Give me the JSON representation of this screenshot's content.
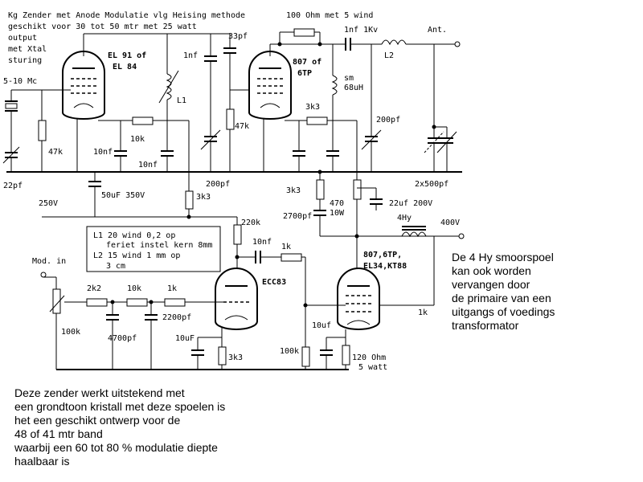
{
  "header": {
    "title_line1": "Kg Zender met Anode Modulatie vlg Heising methode",
    "title_line2": "geschikt voor 30 tot 50 mtr  met 25 watt",
    "title_line3": "output",
    "title_line4": "met Xtal",
    "title_line5": "sturing"
  },
  "labels": {
    "xtal_freq": "5-10 Mc",
    "tube1_name_a": "EL 91 of",
    "tube1_name_b": "EL 84",
    "tube2_name_a": "807 of",
    "tube2_name_b": "6TP",
    "tube3_name": "ECC83",
    "tube4_name_a": "807,6TP,",
    "tube4_name_b": "EL34,KT88",
    "r_47k_a": "47k",
    "r_10k_a": "10k",
    "c_10nf_a": "10nf",
    "c_10nf_b": "10nf",
    "c_1nf_a": "1nf",
    "c_33pf": "33pf",
    "coil_l1": "L1",
    "c_200pf_a": "200pf",
    "r_47k_b": "47k",
    "r_100ohm": "100 Ohm met 5 wind",
    "c_1nf_1kv": "1nf 1Kv",
    "coil_l2": "L2",
    "ant": "Ant.",
    "rfc_sm": "sm",
    "rfc_val": "68uH",
    "r_3k3_a": "3k3",
    "c_200pf_b": "200pf",
    "c_2x500pf": "2x500pf",
    "c_22pf": "22pf",
    "c_50uf": "50uF 350V",
    "r_3k3_b": "3k3",
    "v_250": "250V",
    "r_3k3_c": "3k3",
    "c_2700pf": "2700pf",
    "r_470_a": "470",
    "r_470_b": "10W",
    "c_22uf": "22uf 200V",
    "choke_4hy": "4Hy",
    "v_400": "400V",
    "r_220k": "220k",
    "c_10nf_c": "10nf",
    "r_1k_a": "1k",
    "mod_in": "Mod. in",
    "r_2k2": "2k2",
    "r_10k_b": "10k",
    "r_1k_b": "1k",
    "pot_100k": "100k",
    "c_4700pf": "4700pf",
    "c_2200pf": "2200pf",
    "c_10uf_a": "10uF",
    "r_3k3_d": "3k3",
    "c_10uf_b": "10uf",
    "r_100k": "100k",
    "r_120ohm_a": "120 Ohm",
    "r_120ohm_b": "5 watt",
    "r_1k_c": "1k"
  },
  "coil_box": {
    "line1": "L1 20 wind 0,2 op",
    "line2": "feriet instel kern 8mm",
    "line3": "L2 15 wind 1 mm op",
    "line4": "3 cm"
  },
  "note_right": {
    "line1": "De 4 Hy smoorspoel",
    "line2": "kan ook worden",
    "line3": "vervangen door",
    "line4": "de primaire van een",
    "line5": "uitgangs of voedings",
    "line6": "transformator"
  },
  "note_bottom": {
    "line1": "Deze zender werkt uitstekend met",
    "line2": "een grondtoon kristall met deze spoelen is",
    "line3": "het een geschikt ontwerp voor de",
    "line4": "48 of 41 mtr band",
    "line5": "waarbij een 60 tot 80 % modulatie diepte",
    "line6": "haalbaar is"
  }
}
